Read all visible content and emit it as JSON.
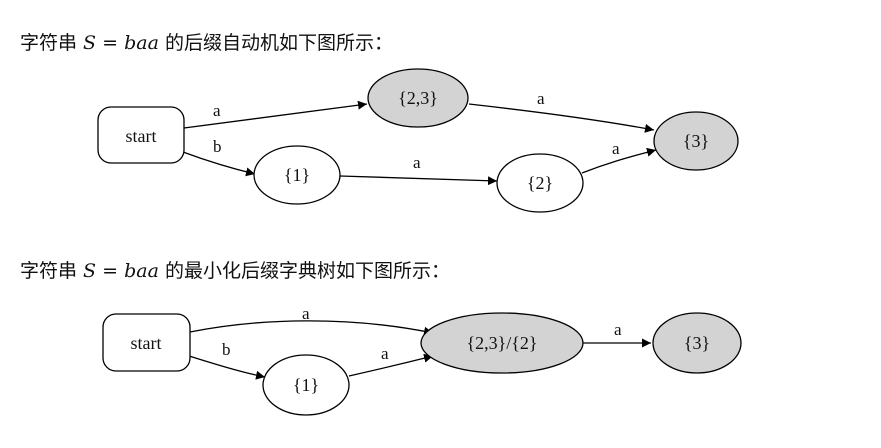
{
  "diagram1": {
    "caption": {
      "prefix": "字符串 ",
      "var": "S",
      "equals": " = ",
      "word": "baa",
      "suffix": " 的后缀自动机如下图所示："
    },
    "nodes": {
      "start": "start",
      "n23": "{2,3}",
      "n1": "{1}",
      "n2": "{2}",
      "n3": "{3}"
    },
    "edges": {
      "start_n23": "a",
      "start_n1": "b",
      "n23_n3": "a",
      "n1_n2": "a",
      "n2_n3": "a"
    }
  },
  "diagram2": {
    "caption": {
      "prefix": "字符串 ",
      "var": "S",
      "equals": " = ",
      "word": "baa",
      "suffix": " 的最小化后缀字典树如下图所示："
    },
    "nodes": {
      "start": "start",
      "n23_2": "{2,3}/{2}",
      "n1": "{1}",
      "n3": "{3}"
    },
    "edges": {
      "start_n23": "a",
      "start_n1": "b",
      "n1_n23": "a",
      "n23_n3": "a"
    }
  },
  "colors": {
    "shaded_fill": "#d3d3d3",
    "stroke": "#000000"
  }
}
